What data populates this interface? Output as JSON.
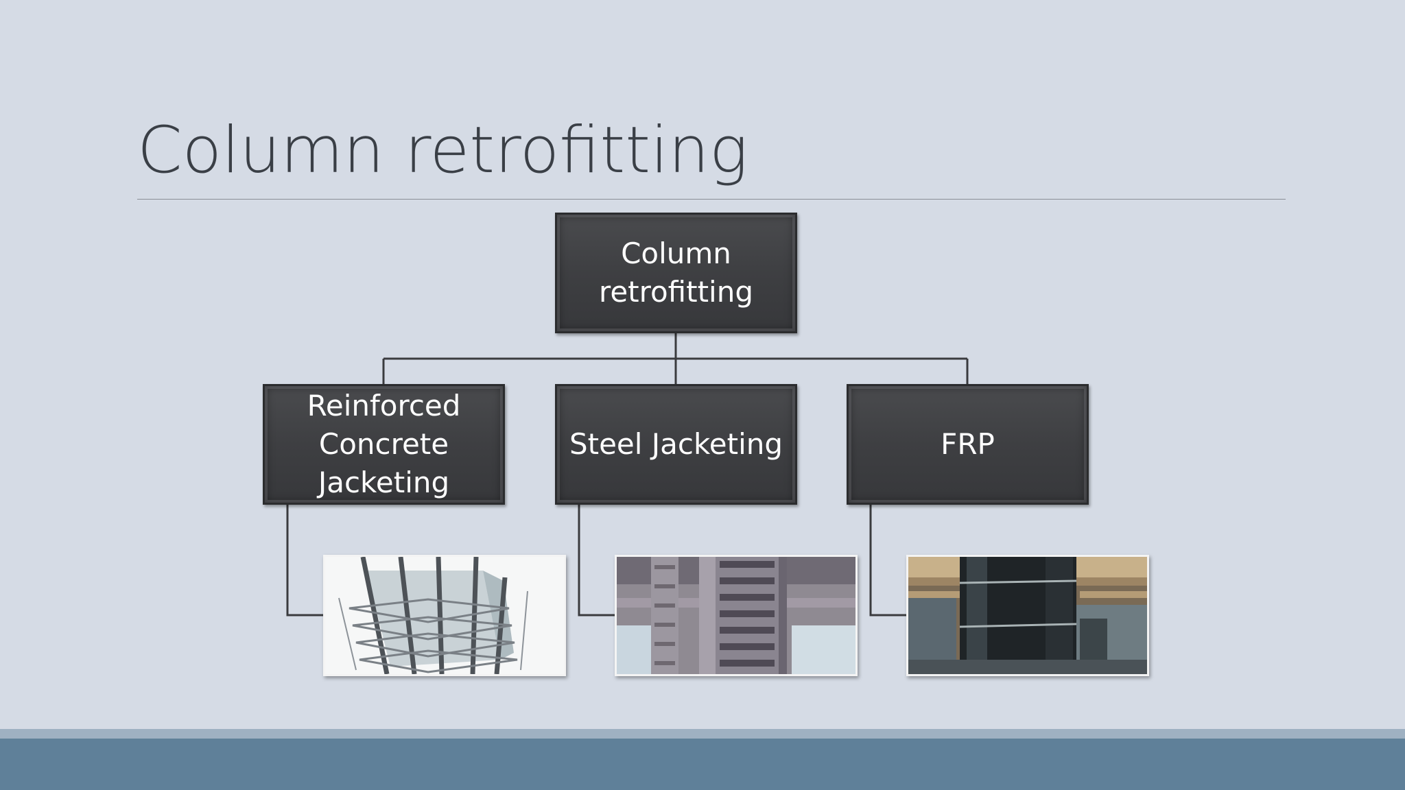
{
  "slide": {
    "title": "Column retrofitting"
  },
  "diagram": {
    "root": {
      "label": "Column\nretrofitting"
    },
    "children": [
      {
        "label": "Reinforced\nConcrete\nJacketing",
        "image": "rc-jacketing-photo"
      },
      {
        "label": "Steel Jacketing",
        "image": "steel-jacketing-photo"
      },
      {
        "label": "FRP",
        "image": "frp-wrapping-photo"
      }
    ]
  },
  "colors": {
    "background": "#d5dbe5",
    "box_fill": "#3e3f42",
    "box_text": "#ffffff",
    "connector": "#3a3b3e",
    "footer_band": "#5f8099",
    "footer_stripe": "#9fb1c2"
  }
}
